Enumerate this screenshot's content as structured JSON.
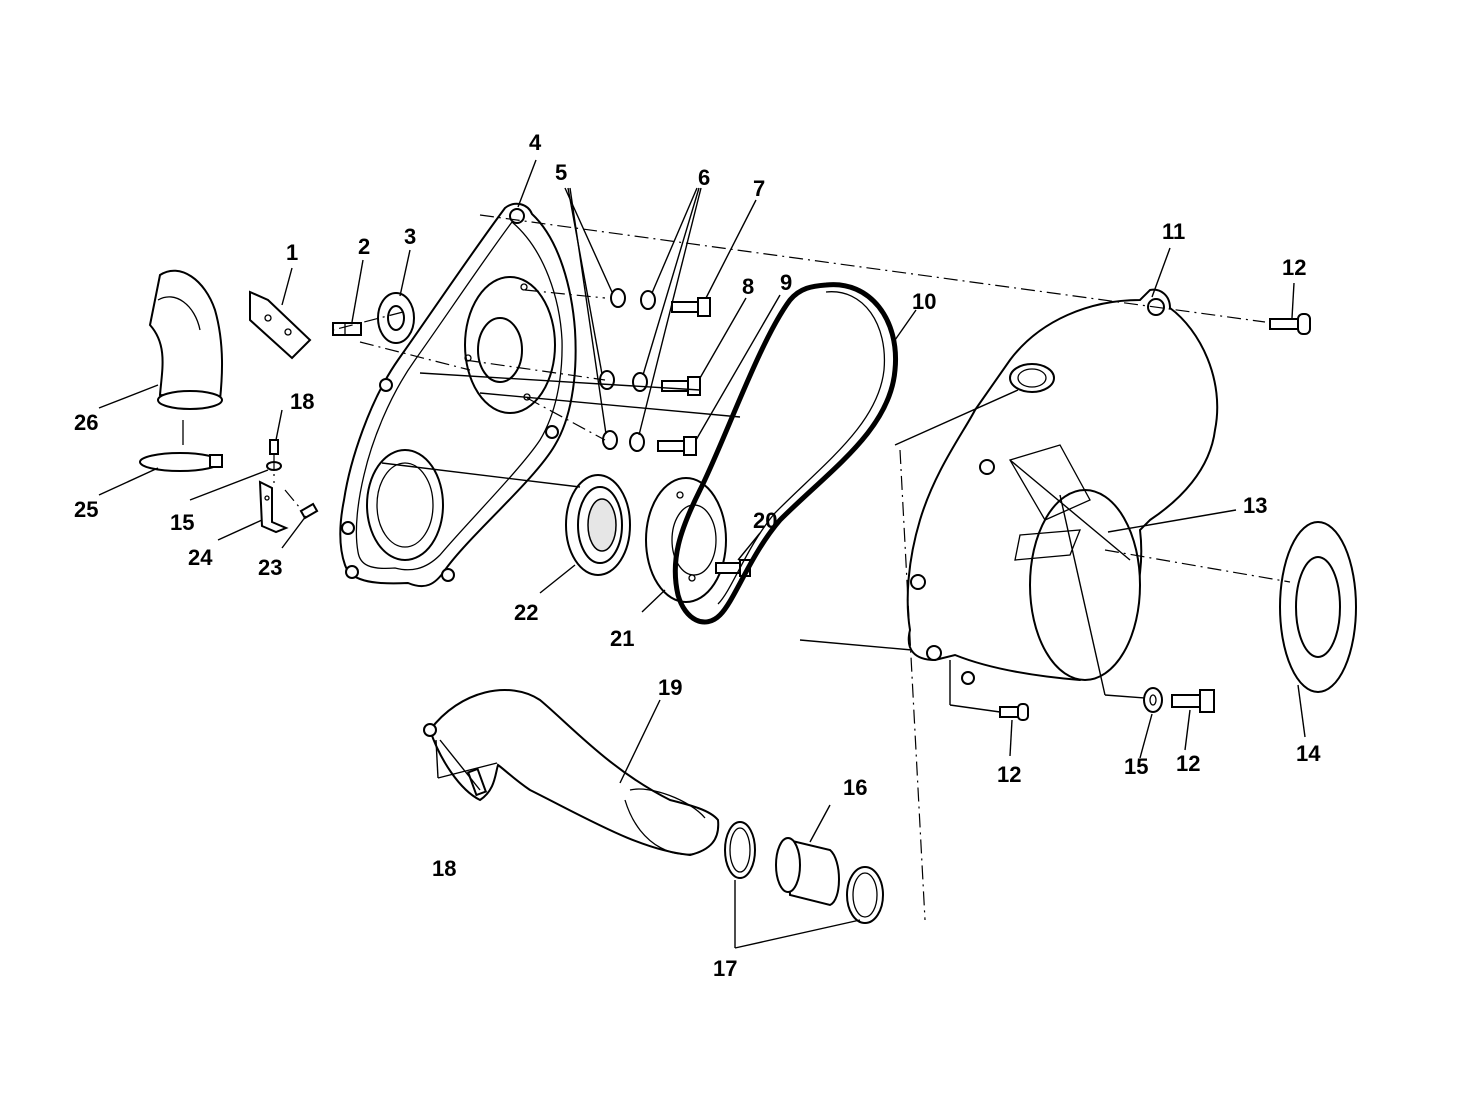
{
  "callouts": [
    {
      "id": "c1",
      "label": "1"
    },
    {
      "id": "c2",
      "label": "2"
    },
    {
      "id": "c3",
      "label": "3"
    },
    {
      "id": "c4",
      "label": "4"
    },
    {
      "id": "c5",
      "label": "5"
    },
    {
      "id": "c6",
      "label": "6"
    },
    {
      "id": "c7",
      "label": "7"
    },
    {
      "id": "c8",
      "label": "8"
    },
    {
      "id": "c9",
      "label": "9"
    },
    {
      "id": "c10",
      "label": "10"
    },
    {
      "id": "c11",
      "label": "11"
    },
    {
      "id": "c12a",
      "label": "12"
    },
    {
      "id": "c12b",
      "label": "12"
    },
    {
      "id": "c12c",
      "label": "12"
    },
    {
      "id": "c13",
      "label": "13"
    },
    {
      "id": "c14",
      "label": "14"
    },
    {
      "id": "c15a",
      "label": "15"
    },
    {
      "id": "c15b",
      "label": "15"
    },
    {
      "id": "c16",
      "label": "16"
    },
    {
      "id": "c17",
      "label": "17"
    },
    {
      "id": "c18a",
      "label": "18"
    },
    {
      "id": "c18b",
      "label": "18"
    },
    {
      "id": "c19",
      "label": "19"
    },
    {
      "id": "c20",
      "label": "20"
    },
    {
      "id": "c21",
      "label": "21"
    },
    {
      "id": "c22",
      "label": "22"
    },
    {
      "id": "c23",
      "label": "23"
    },
    {
      "id": "c24",
      "label": "24"
    },
    {
      "id": "c25",
      "label": "25"
    },
    {
      "id": "c26",
      "label": "26"
    }
  ]
}
